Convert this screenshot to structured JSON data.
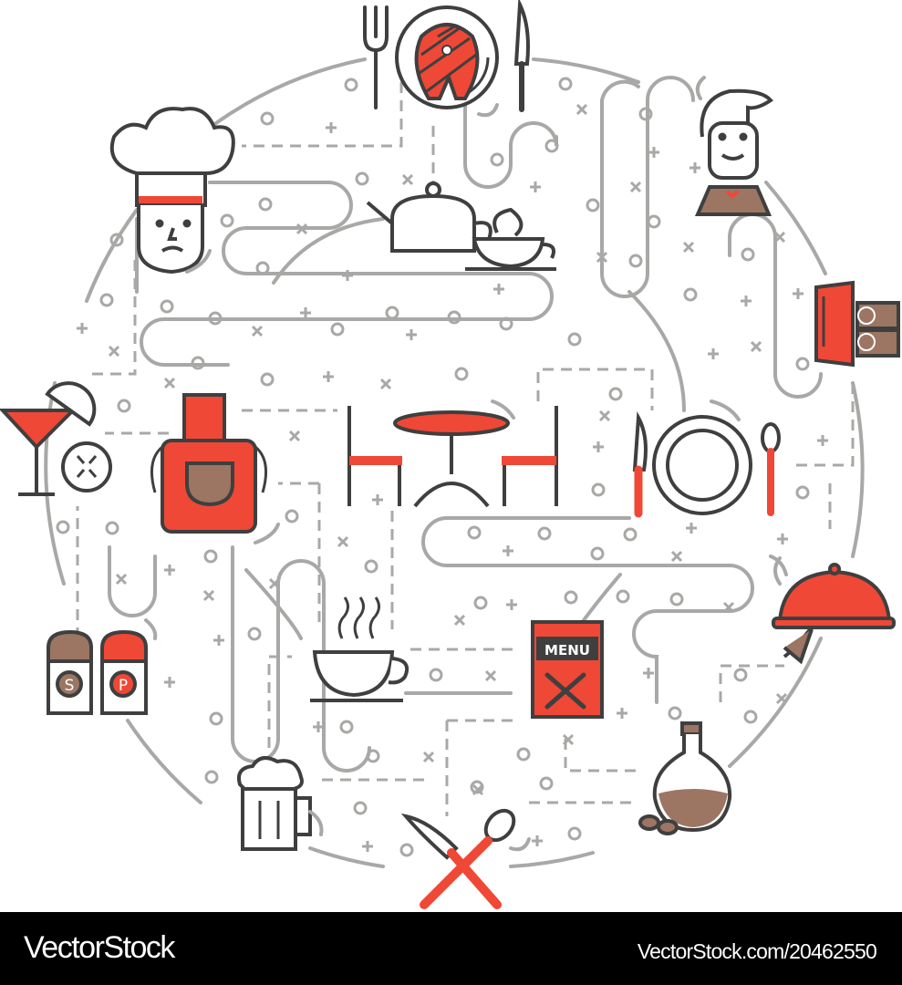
{
  "illustration": {
    "theme": "restaurant maze line-art",
    "colors": {
      "accent": "#EF4836",
      "stroke": "#3F3F3F",
      "maze": "#A8A8A6",
      "brown": "#9C7563",
      "background": "#FFFFFF"
    },
    "icons": [
      "fork-icon",
      "salmon-steak-plate-icon",
      "knife-icon",
      "chef-icon",
      "teapot-icon",
      "teacup-icon",
      "waiter-icon",
      "wallet-money-icon",
      "cocktail-icon",
      "lemon-slice-icon",
      "apron-icon",
      "table-chairs-icon",
      "plate-cutlery-icon",
      "cloche-icon",
      "salt-pepper-icon",
      "coffee-cup-icon",
      "menu-icon",
      "olive-oil-bottle-icon",
      "beer-mug-icon",
      "crossed-knife-spoon-icon"
    ],
    "menu_label": "MENU",
    "salt_letter": "S",
    "pepper_letter": "P"
  },
  "footer": {
    "brand": "VectorStock",
    "reference": "VectorStock.com/20462550"
  }
}
